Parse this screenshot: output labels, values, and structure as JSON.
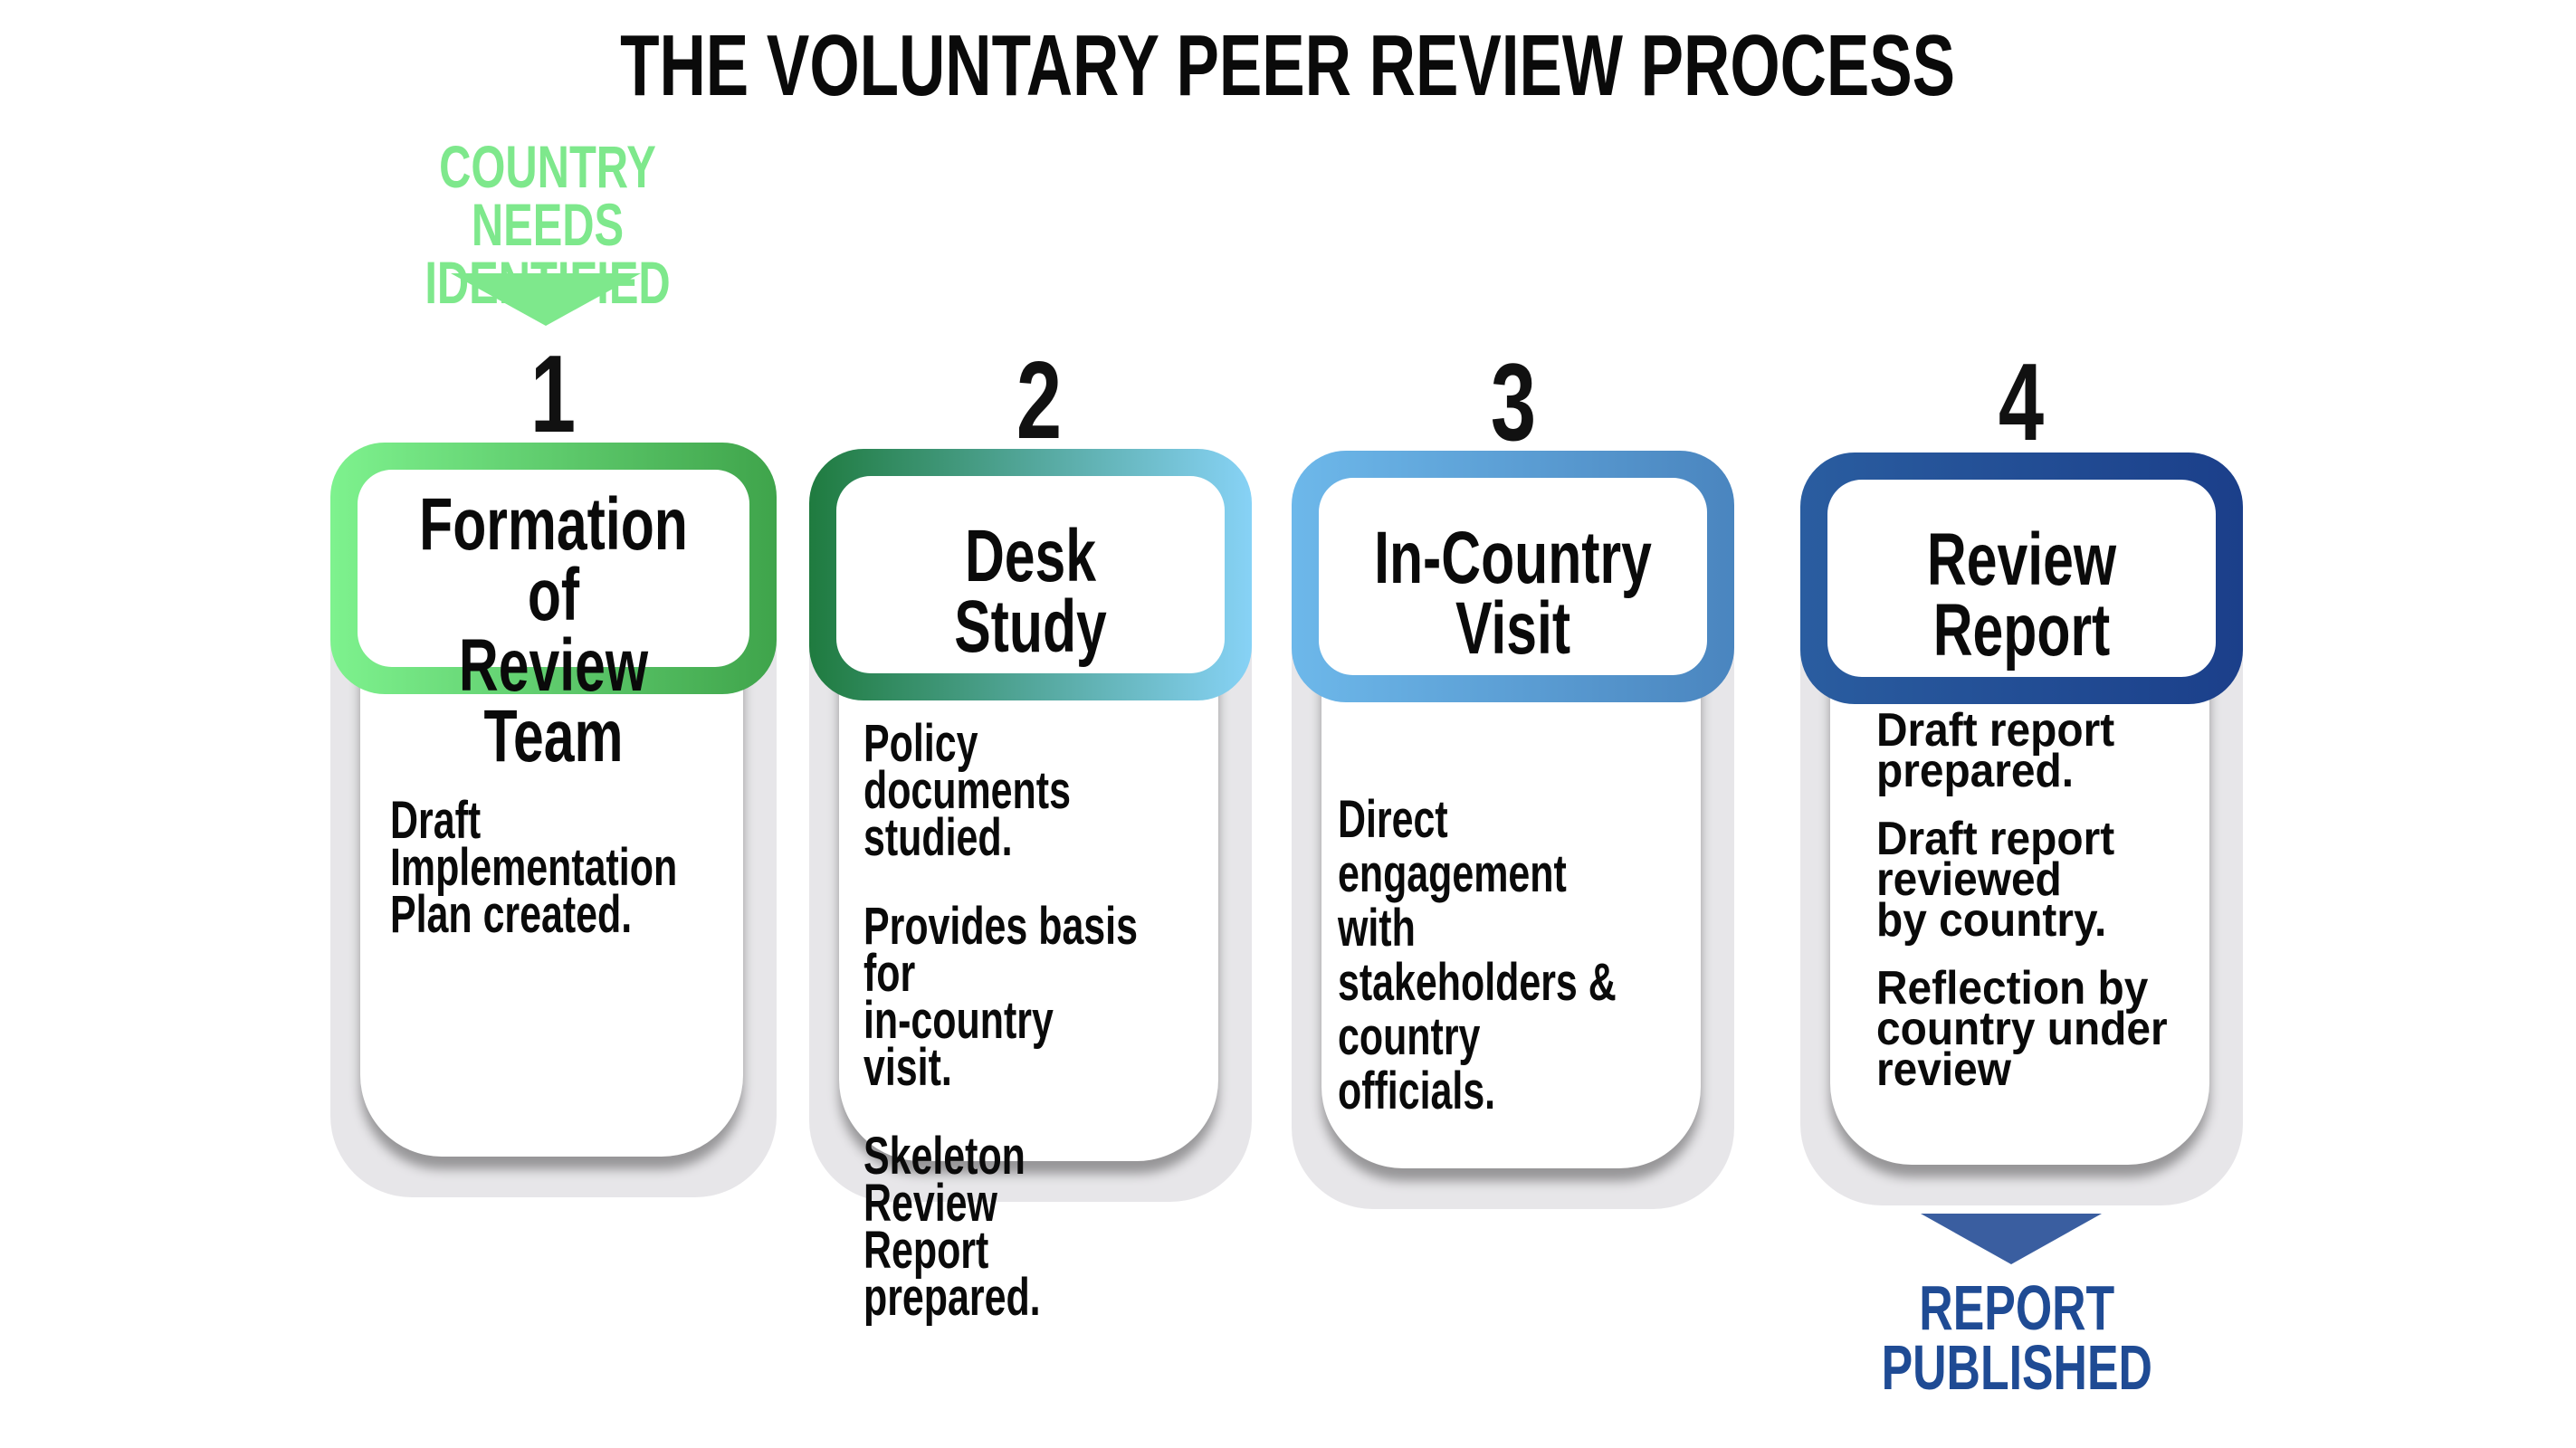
{
  "title": "THE VOLUNTARY PEER REVIEW PROCESS",
  "start_label": "COUNTRY NEEDS\nIDENTIFIED",
  "end_label": "REPORT\nPUBLISHED",
  "colors": {
    "start": "#7ee88c",
    "end": "#1f4b94"
  },
  "steps": [
    {
      "number": "1",
      "title": "Formation of\nReview Team",
      "items": [
        "Draft\nImplementation\nPlan created."
      ],
      "gradient": [
        "#7ef28e",
        "#3fa44b"
      ]
    },
    {
      "number": "2",
      "title": "Desk Study",
      "items": [
        "Policy documents\nstudied.",
        "Provides basis for\nin-country visit.",
        "Skeleton Review\nReport prepared."
      ],
      "gradient": [
        "#1f7b3f",
        "#87d2f6"
      ]
    },
    {
      "number": "3",
      "title": "In-Country Visit",
      "items": [
        "Direct\nengagement with\nstakeholders &\ncountry officials."
      ],
      "gradient": [
        "#6db8ea",
        "#4a85bf"
      ]
    },
    {
      "number": "4",
      "title": "Review Report",
      "items": [
        "Draft report\nprepared.",
        "Draft report\nreviewed\nby country.",
        "Reflection by\ncountry under\nreview"
      ],
      "gradient": [
        "#2a5da0",
        "#1b3f8a"
      ]
    }
  ]
}
